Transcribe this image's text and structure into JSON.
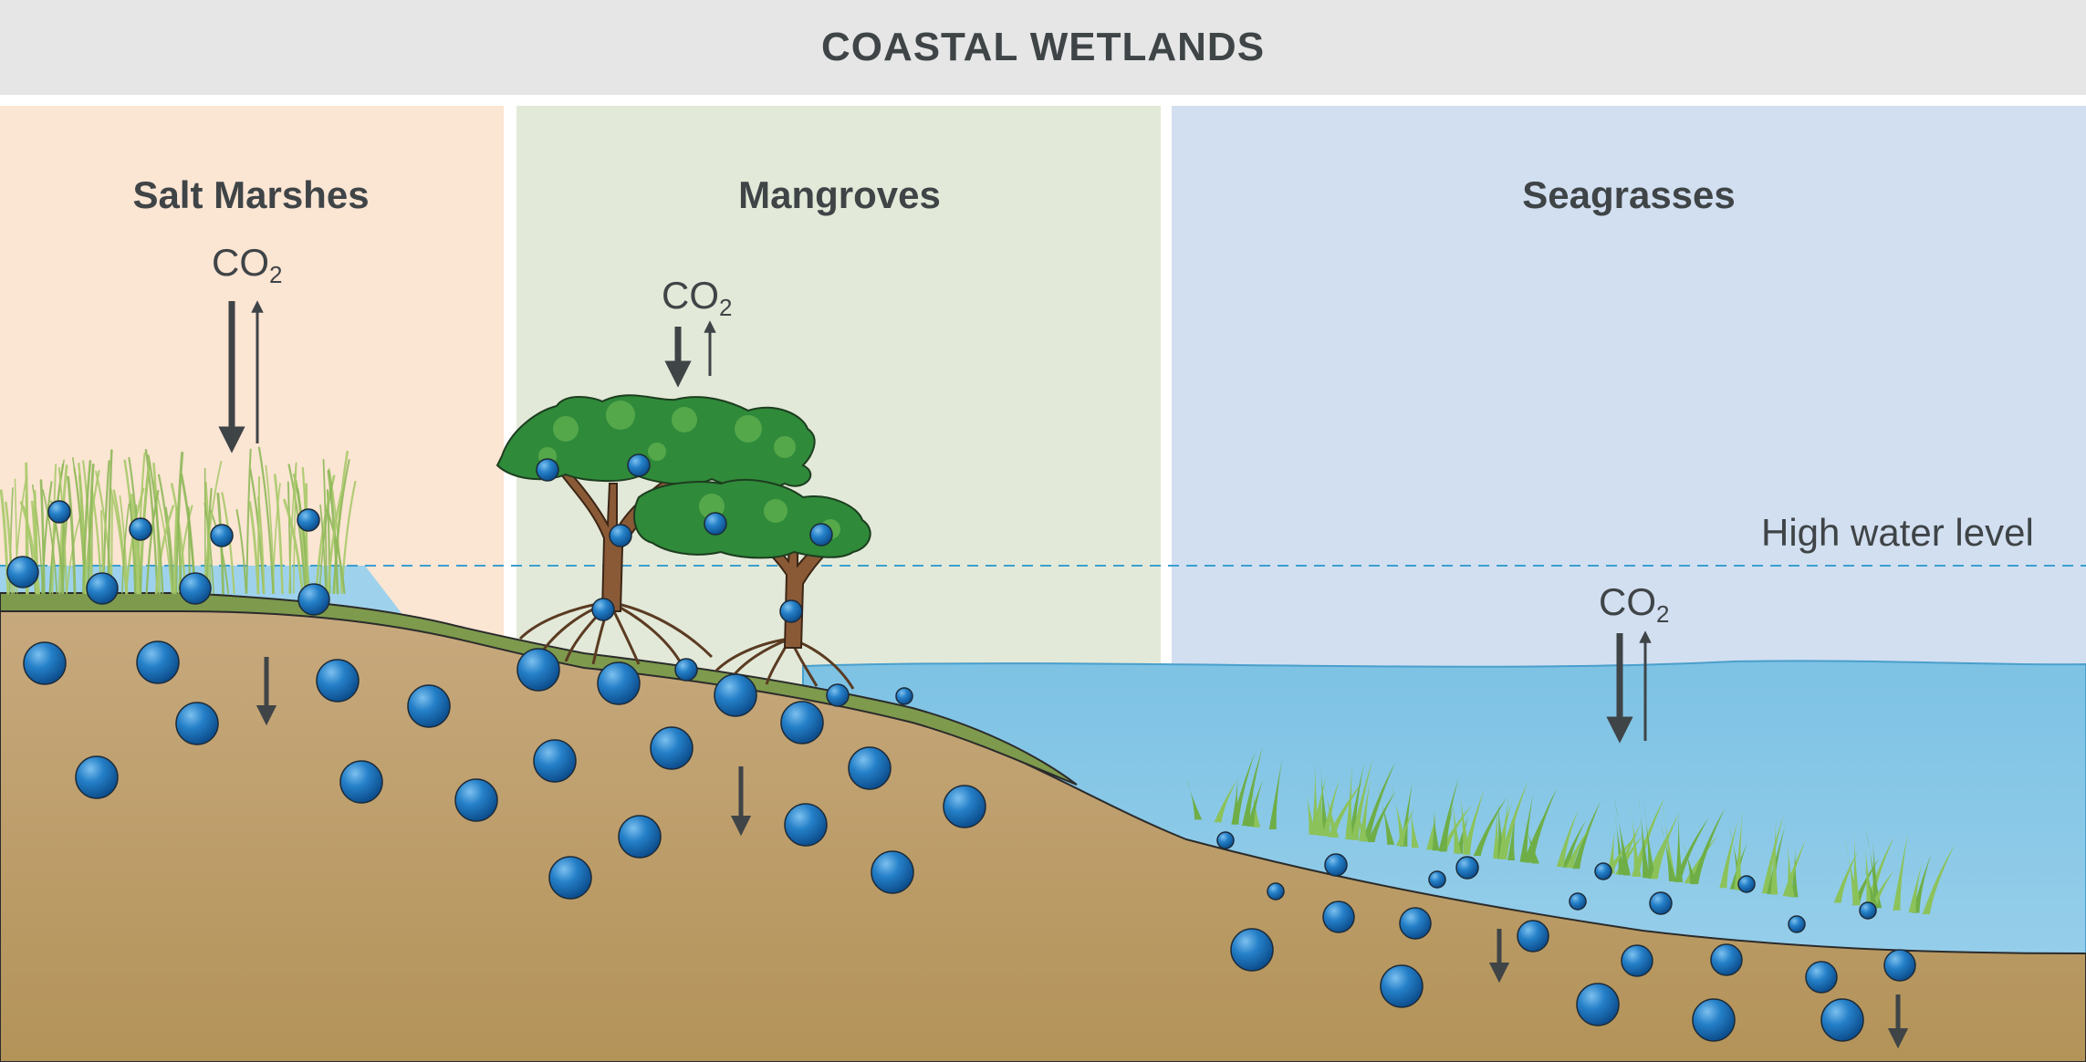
{
  "title": "COASTAL WETLANDS",
  "sections": {
    "salt_marshes": "Salt Marshes",
    "mangroves": "Mangroves",
    "seagrasses": "Seagrasses"
  },
  "co2": {
    "main": "CO",
    "subscript": "2"
  },
  "high_water_level": "High water level",
  "colors": {
    "header_bg": "#e6e6e6",
    "salt_marsh_bg": "#fbe5d3",
    "mangrove_bg": "#e3e9d8",
    "seagrass_bg": "#d2dff0",
    "sediment": "#c2a274",
    "water": "#88c6e5",
    "carbon_sphere": "#1e73be",
    "arrow": "#3f4447",
    "text": "#3f4447"
  }
}
